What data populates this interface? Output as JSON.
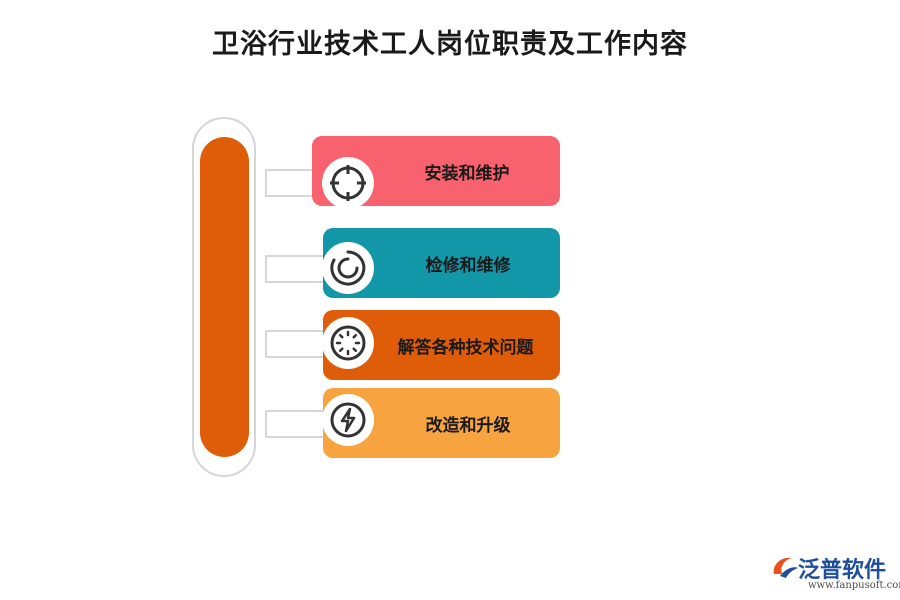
{
  "title": "卫浴行业技术工人岗位职责及工作内容",
  "items": [
    {
      "label": "安装和维护",
      "color": "#f8616e",
      "icon": "crosshair-icon"
    },
    {
      "label": "检修和维修",
      "color": "#1297a9",
      "icon": "refresh-ring-icon"
    },
    {
      "label": "解答各种技术问题",
      "color": "#df5c08",
      "icon": "dotted-circle-icon"
    },
    {
      "label": "改造和升级",
      "color": "#f7a440",
      "icon": "lightning-icon"
    }
  ],
  "logo": {
    "brand": "泛普软件",
    "url": "www.fanpusoft.com"
  }
}
